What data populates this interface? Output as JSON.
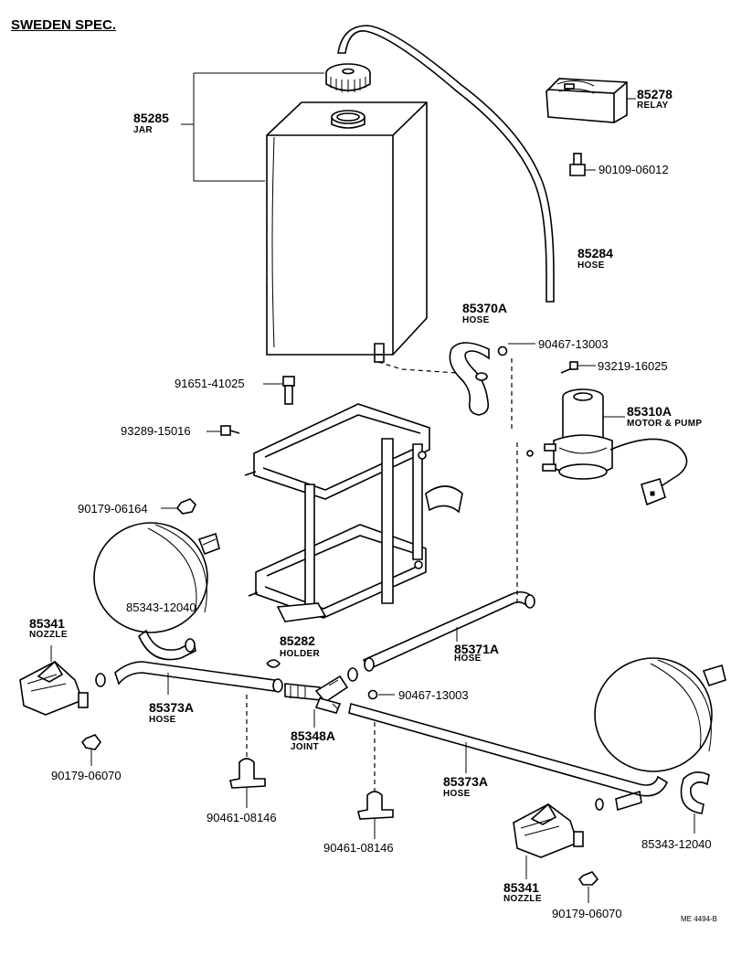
{
  "title": "SWEDEN SPEC.",
  "footer_ref": "ME 4494-B",
  "parts": {
    "jar": {
      "number": "85285",
      "name": "JAR"
    },
    "relay": {
      "number": "85278",
      "name": "RELAY"
    },
    "bolt_relay": {
      "number": "90109-06012"
    },
    "hose_85284": {
      "number": "85284",
      "name": "HOSE"
    },
    "hose_85370a": {
      "number": "85370A",
      "name": "HOSE"
    },
    "clip_upper": {
      "number": "90467-13003"
    },
    "screw_pump": {
      "number": "93219-16025"
    },
    "motor_pump": {
      "number": "85310A",
      "name": "MOTOR & PUMP"
    },
    "bolt_holder": {
      "number": "91651-41025"
    },
    "screw_holder": {
      "number": "93289-15016"
    },
    "nut_left": {
      "number": "90179-06164"
    },
    "hose_85343_left": {
      "number": "85343-12040"
    },
    "nozzle_left": {
      "number": "85341",
      "name": "NOZZLE"
    },
    "holder": {
      "number": "85282",
      "name": "HOLDER"
    },
    "hose_85371a": {
      "number": "85371A",
      "name": "HOSE"
    },
    "hose_85373a_left": {
      "number": "85373A",
      "name": "HOSE"
    },
    "clip_lower": {
      "number": "90467-13003"
    },
    "joint": {
      "number": "85348A",
      "name": "JOINT"
    },
    "nut_nozzle_left": {
      "number": "90179-06070"
    },
    "clamp_left": {
      "number": "90461-08146"
    },
    "clamp_right": {
      "number": "90461-08146"
    },
    "hose_85373a_right": {
      "number": "85373A",
      "name": "HOSE"
    },
    "hose_85343_right": {
      "number": "85343-12040"
    },
    "nozzle_right": {
      "number": "85341",
      "name": "NOZZLE"
    },
    "nut_nozzle_right": {
      "number": "90179-06070"
    }
  }
}
